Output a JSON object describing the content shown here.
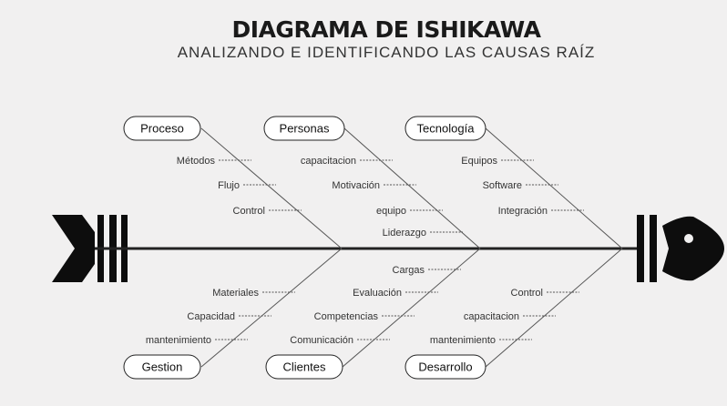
{
  "header": {
    "title": "DIAGRAMA DE ISHIKAWA",
    "subtitle": "ANALIZANDO E IDENTIFICANDO LAS CAUSAS RAÍZ"
  },
  "colors": {
    "line": "#555555",
    "spine": "#222222",
    "fish": "#0d0d0d",
    "pill_border": "#222222",
    "pill_fill": "#ffffff"
  },
  "top_categories": [
    {
      "label": "Proceso",
      "causes": [
        "Métodos",
        "Flujo",
        "Control"
      ]
    },
    {
      "label": "Personas",
      "causes": [
        "capacitacion",
        "Motivación",
        "equipo",
        "Liderazgo"
      ]
    },
    {
      "label": "Tecnología",
      "causes": [
        "Equipos",
        "Software",
        "Integración"
      ]
    }
  ],
  "bottom_categories": [
    {
      "label": "Gestion",
      "causes": [
        "Materiales",
        "Capacidad",
        "mantenimiento"
      ]
    },
    {
      "label": "Clientes",
      "causes": [
        "Cargas",
        "Evaluación",
        "Competencias",
        "Comunicación"
      ]
    },
    {
      "label": "Desarrollo",
      "causes": [
        "Control",
        "capacitacion",
        "mantenimiento"
      ]
    }
  ]
}
